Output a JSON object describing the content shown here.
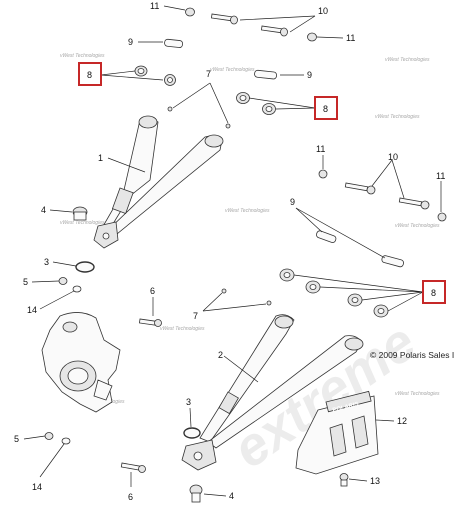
{
  "copyright": "© 2009 Polaris Sales I",
  "watermark_big": "extreme",
  "watermark_small": "vWest Technologies",
  "plate_text": "POLARIS",
  "highlight_color": "#c62828",
  "callouts": {
    "c11a": "11",
    "c10a": "10",
    "c11b": "11",
    "c9a": "9",
    "c8a": "8",
    "c7a": "7",
    "c9b": "9",
    "c8b": "8",
    "c1": "1",
    "c4a": "4",
    "c11c": "11",
    "c10b": "10",
    "c11d": "11",
    "c9c": "9",
    "c3a": "3",
    "c5a": "5",
    "c14a": "14",
    "c6a": "6",
    "c8c": "8",
    "c7b": "7",
    "c2": "2",
    "c3b": "3",
    "c12": "12",
    "c5b": "5",
    "c14b": "14",
    "c6b": "6",
    "c4b": "4",
    "c13": "13"
  }
}
